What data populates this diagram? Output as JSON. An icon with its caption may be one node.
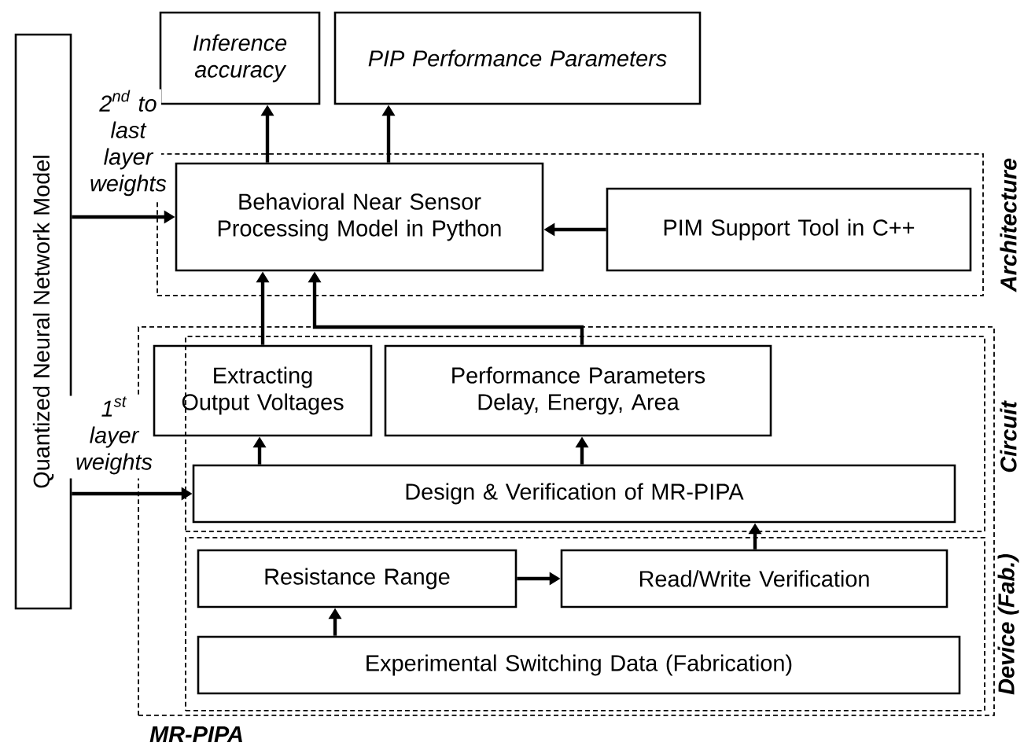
{
  "diagram": {
    "nodes": [
      {
        "text": [
          "Quantized Neural Network Model"
        ]
      },
      {
        "text": [
          "Inference accuracy"
        ]
      },
      {
        "text": [
          "PIP Performance Parameters"
        ]
      },
      {
        "text": [
          "Architecture"
        ]
      },
      {
        "text": [
          "Behavioral Near Sensor Processing Model in Python"
        ],
        "in": 3
      },
      {
        "text": [
          "PIM Support Tool in C++"
        ],
        "in": 3
      },
      {
        "text": [
          "MR-PIPA"
        ]
      },
      {
        "text": [
          "Circuit"
        ],
        "in": 6
      },
      {
        "text": [
          "Extracting Output Voltages"
        ],
        "in": 6
      },
      {
        "text": [
          "Performance Parameters",
          "Delay, Energy, Area"
        ],
        "in": 7
      },
      {
        "text": [
          "Design & Verification of MR-PIPA"
        ],
        "in": 7
      },
      {
        "text": [
          "Device (Fab.)"
        ],
        "in": 6
      },
      {
        "text": [
          "Resistance Range"
        ],
        "in": 11
      },
      {
        "text": [
          "Read/Write Verification"
        ],
        "in": 11
      },
      {
        "text": [
          "Experimental Switching Data (Fabrication)"
        ],
        "in": 11
      }
    ],
    "edges": [
      {
        "from": 0,
        "to": 4,
        "arrow": "to",
        "label": "\\begin{array}{c}\\textit{2}^{\\textit{nd}}\\textit{ to}\\\\\\textit{last}\\\\\\textit{layer}\\\\\\textit{weights}\\end{array}"
      },
      {
        "from": 0,
        "to": 10,
        "arrow": "to",
        "label": "\\begin{array}{c}\\textit{1}^{\\textit{st}}\\\\\\textit{layer}\\\\\\textit{weights}\\end{array}"
      },
      {
        "from": 4,
        "to": 1,
        "arrow": "to"
      },
      {
        "from": 4,
        "to": 2,
        "arrow": "to"
      },
      {
        "from": 5,
        "to": 4,
        "arrow": "to"
      },
      {
        "from": 8,
        "to": 4,
        "arrow": "to"
      },
      {
        "from": 9,
        "to": 4,
        "arrow": "to"
      },
      {
        "from": 10,
        "to": 8,
        "arrow": "to"
      },
      {
        "from": 10,
        "to": 9,
        "arrow": "to"
      },
      {
        "from": 13,
        "to": 10,
        "arrow": "to"
      },
      {
        "from": 12,
        "to": 13,
        "arrow": "to"
      },
      {
        "from": 14,
        "to": 12,
        "arrow": "to"
      }
    ]
  }
}
